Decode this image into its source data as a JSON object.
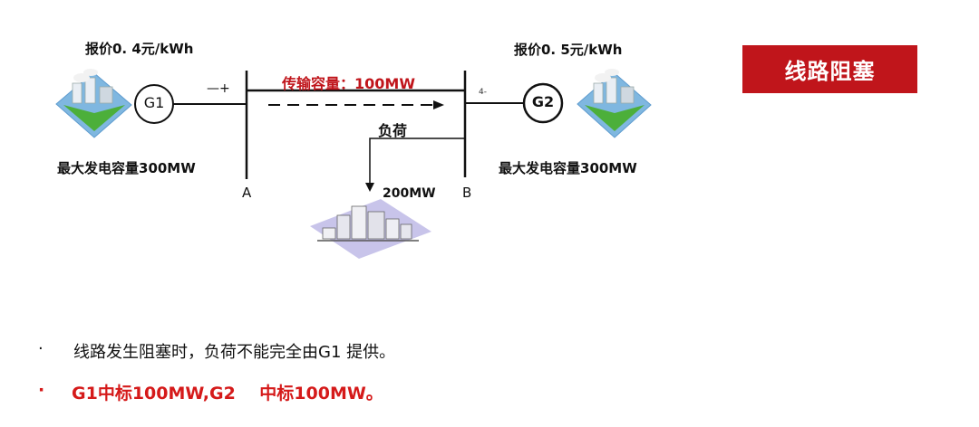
{
  "generator1": {
    "label": "G1",
    "price": "报价0. 4元/kWh",
    "max_capacity": "最大发电容量300MW"
  },
  "generator2": {
    "label": "G2",
    "price": "报价0. 5元/kWh",
    "max_capacity": "最大发电容量300MW"
  },
  "bus_a": {
    "label": "A"
  },
  "bus_b": {
    "label": "B"
  },
  "line": {
    "transmission_capacity": "传输容量：100MW",
    "g1_side_mark": "—+",
    "g2_side_mark": "4-"
  },
  "load": {
    "label": "负荷",
    "value": "200MW"
  },
  "title_box": {
    "text": "线路阻塞"
  },
  "bullets": [
    {
      "marker": "·",
      "text": "线路发生阻塞时，负荷不能完全由G1 提供。"
    },
    {
      "marker": "·",
      "text": "G1中标100MW,G2    中标100MW。"
    }
  ],
  "colors": {
    "accent_red": "#c0151b",
    "text_red": "#d51a1a",
    "plant_sky": "#7fb7e0",
    "plant_ground": "#4caf3a"
  }
}
